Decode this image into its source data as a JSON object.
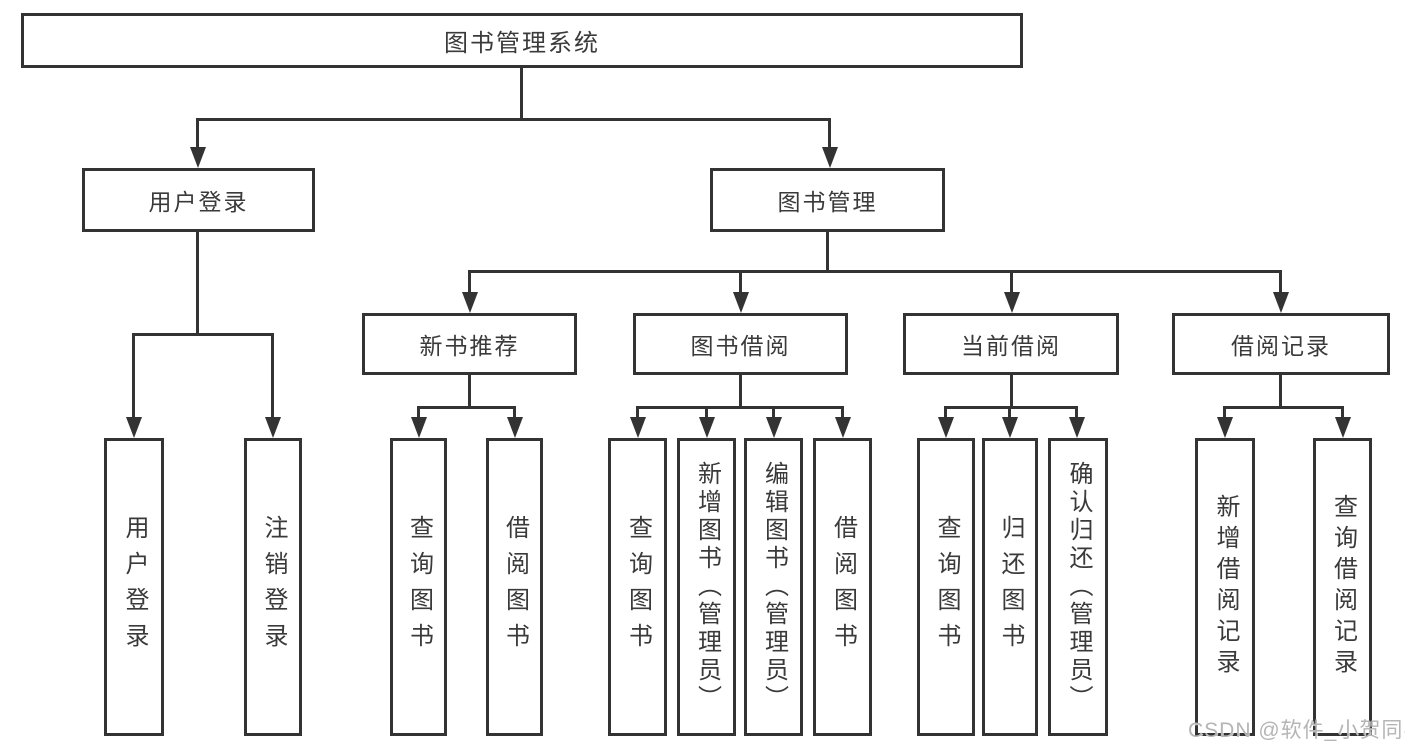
{
  "tree": {
    "label": "图书管理系统",
    "children": [
      {
        "label": "用户登录",
        "children": [
          {
            "label": "用户登录"
          },
          {
            "label": "注销登录"
          }
        ]
      },
      {
        "label": "图书管理",
        "children": [
          {
            "label": "新书推荐",
            "children": [
              {
                "label": "查询图书"
              },
              {
                "label": "借阅图书"
              }
            ]
          },
          {
            "label": "图书借阅",
            "children": [
              {
                "label": "查询图书"
              },
              {
                "label": "新增图书（管理员）"
              },
              {
                "label": "编辑图书（管理员）"
              },
              {
                "label": "借阅图书"
              }
            ]
          },
          {
            "label": "当前借阅",
            "children": [
              {
                "label": "查询图书"
              },
              {
                "label": "归还图书"
              },
              {
                "label": "确认归还（管理员）"
              }
            ]
          },
          {
            "label": "借阅记录",
            "children": [
              {
                "label": "新增借阅记录"
              },
              {
                "label": "查询借阅记录"
              }
            ]
          }
        ]
      }
    ]
  },
  "watermark": {
    "text": "CSDN @软件_小贺同学"
  },
  "colors": {
    "line": "#333333",
    "text": "#3a3a3a",
    "background": "#ffffff",
    "watermark": "#b5b5b5"
  }
}
